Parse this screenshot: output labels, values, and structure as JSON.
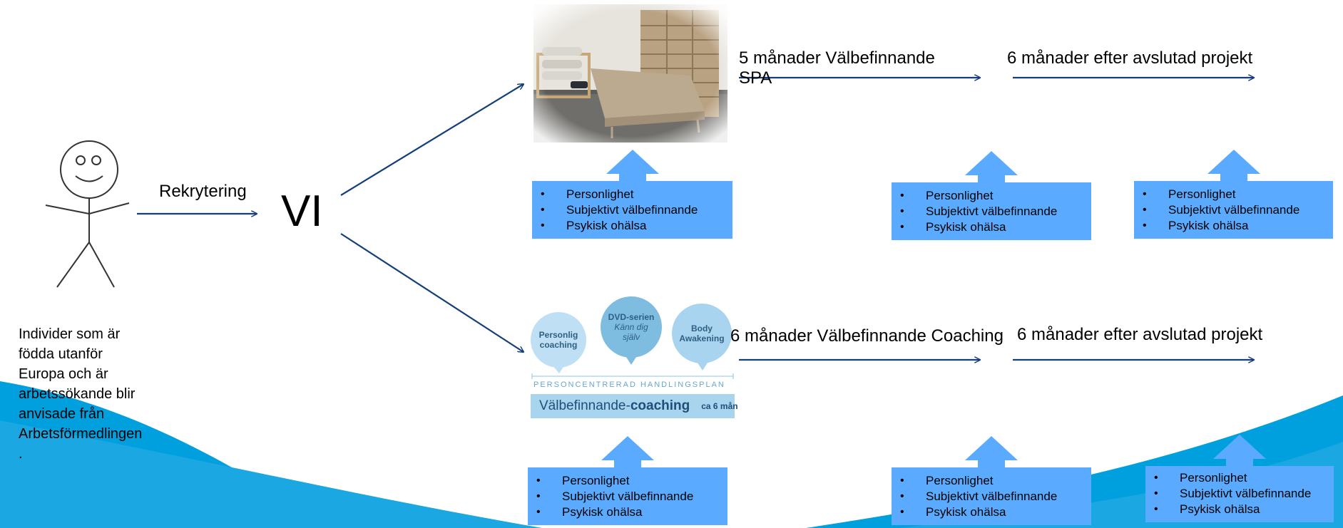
{
  "colors": {
    "arrow": "#143f7a",
    "box_fill": "#5aabff",
    "wave": "#00a0df",
    "bubble": "#a7d3ee"
  },
  "person": {
    "icon": "stick-figure-icon",
    "description_lines": [
      "Individer som är",
      "födda utanför",
      "Europa och är",
      "arbetssökande blir",
      "anvisade från",
      "Arbetsförmedlingen",
      "."
    ]
  },
  "recruitment_label": "Rekrytering",
  "node_label": "VI",
  "spa": {
    "image": "spa-room-photo",
    "phase_label": "5 månader Välbefinnande SPA",
    "follow_up_label": "6 månader efter avslutad projekt"
  },
  "coaching": {
    "image": {
      "bubbles": [
        {
          "line1": "Personlig",
          "line2": "coaching"
        },
        {
          "line1": "DVD-serien",
          "line2": "Känn dig",
          "line3": "själv"
        },
        {
          "line1": "Body",
          "line2": "Awakening"
        }
      ],
      "plan_label": "PERSONCENTRERAD HANDLINGSPLAN",
      "plan_title_prefix": "Välbefinnande-",
      "plan_title_bold": "coaching",
      "plan_duration": "ca 6 mån"
    },
    "phase_label": "6 månader Välbefinnande Coaching",
    "follow_up_label": "6 månader efter avslutad projekt"
  },
  "measures": [
    [
      "Personlighet",
      "Subjektivt välbefinnande",
      "Psykisk ohälsa"
    ],
    [
      "Personlighet",
      "Subjektivt välbefinnande",
      "Psykisk ohälsa"
    ],
    [
      "Personlighet",
      "Subjektivt välbefinnande",
      "Psykisk ohälsa"
    ],
    [
      "Personlighet",
      "Subjektivt välbefinnande",
      "Psykisk ohälsa"
    ],
    [
      "Personlighet",
      "Subjektivt välbefinnande",
      "Psykisk ohälsa"
    ],
    [
      "Personlighet",
      "Subjektivt välbefinnande",
      "Psykisk ohälsa"
    ]
  ]
}
